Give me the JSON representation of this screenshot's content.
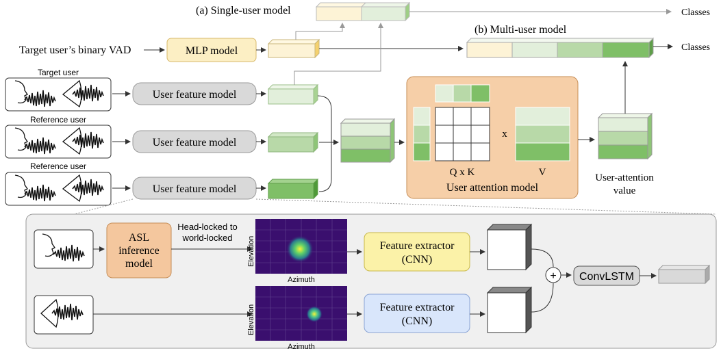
{
  "labels": {
    "single_user_model": "(a) Single-user model",
    "multi_user_model": "(b) Multi-user model",
    "classes_top": "Classes",
    "classes_mid": "Classes",
    "vad_input": "Target user’s binary VAD",
    "mlp_model": "MLP model",
    "target_user": "Target user",
    "reference_user_1": "Reference user",
    "reference_user_2": "Reference user",
    "user_feature_model_1": "User feature model",
    "user_feature_model_2": "User feature model",
    "user_feature_model_3": "User feature model",
    "qk": "Q x K",
    "times": "x",
    "v": "V",
    "user_attention_model": "User attention model",
    "user_attention_value_line1": "User-attention",
    "user_attention_value_line2": "value",
    "asl_line1": "ASL",
    "asl_line2": "inference",
    "asl_line3": "model",
    "head_locked_line1": "Head-locked to",
    "head_locked_line2": "world-locked",
    "elevation_1": "Elevation",
    "azimuth_1": "Azimuth",
    "elevation_2": "Elevation",
    "azimuth_2": "Azimuth",
    "feature_extractor_1_line1": "Feature extractor",
    "feature_extractor_1_line2": "(CNN)",
    "feature_extractor_2_line1": "Feature extractor",
    "feature_extractor_2_line2": "(CNN)",
    "plus": "+",
    "convlstm": "ConvLSTM"
  },
  "colors": {
    "yellow_light": "#fdf3d6",
    "green_1": "#e2efdb",
    "green_2": "#b8d9a8",
    "green_3": "#7fbf67",
    "mlp_fill": "#fcefc4",
    "attention_fill": "#f6cfa8",
    "attention_stroke": "#c58c55",
    "asl_fill": "#f4c79e",
    "feature_model_fill": "#d9d9d9",
    "cnn_yellow": "#fbf2a8",
    "cnn_blue": "#d9e6fb",
    "detail_panel": "#f0f0f0",
    "heatmap_bg": "#3a0f6e"
  }
}
